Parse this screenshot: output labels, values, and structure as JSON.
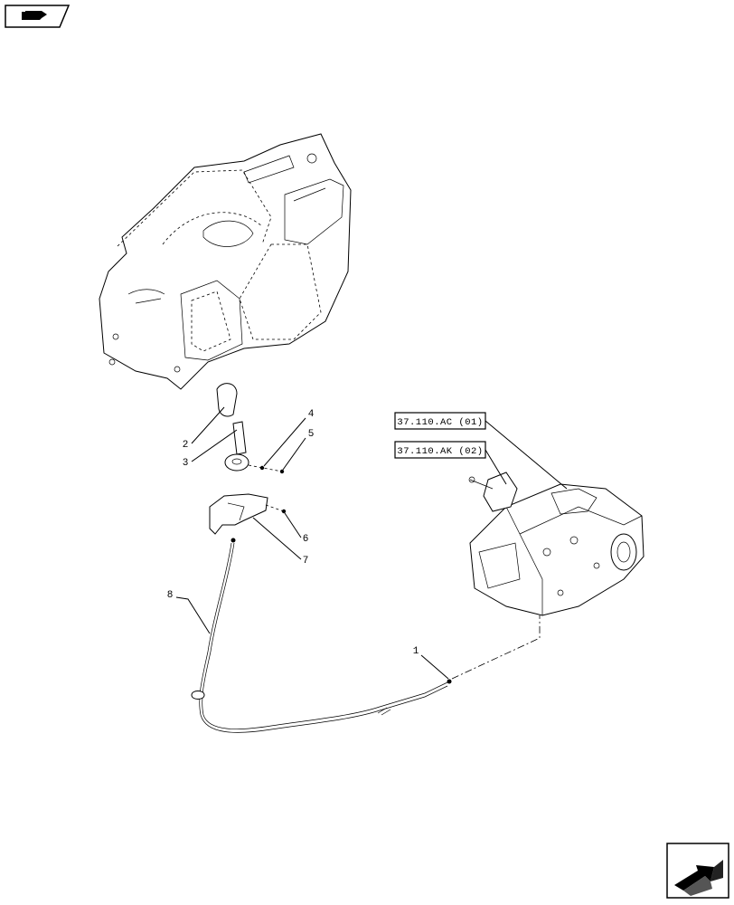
{
  "nav": {
    "prev_icon": "hand-pointing-right-icon",
    "next_icon": "arrow-corner-icon"
  },
  "refs": {
    "ref_a": "37.110.AC (01)",
    "ref_b": "37.110.AK (02)"
  },
  "callouts": [
    "1",
    "2",
    "3",
    "4",
    "5",
    "6",
    "7",
    "8"
  ]
}
